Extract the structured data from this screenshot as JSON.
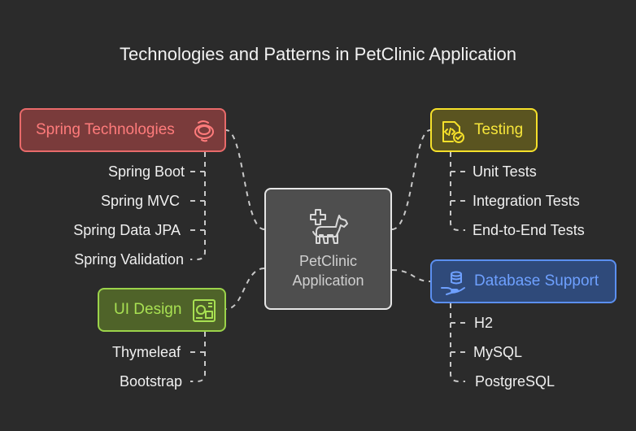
{
  "title": "Technologies and Patterns in PetClinic Application",
  "center": {
    "label_line1": "PetClinic",
    "label_line2": "Application",
    "icon": "dog-with-cross-icon"
  },
  "branches": {
    "spring": {
      "label": "Spring Technologies",
      "icon": "spring-swirl-icon",
      "color": "#e86a6a",
      "items": [
        "Spring Boot",
        "Spring MVC",
        "Spring Data JPA",
        "Spring Validation"
      ]
    },
    "ui": {
      "label": "UI Design",
      "icon": "ui-layout-icon",
      "color": "#9bd34a",
      "items": [
        "Thymeleaf",
        "Bootstrap"
      ]
    },
    "testing": {
      "label": "Testing",
      "icon": "code-check-icon",
      "color": "#f5e02a",
      "items": [
        "Unit Tests",
        "Integration Tests",
        "End-to-End Tests"
      ]
    },
    "database": {
      "label": "Database Support",
      "icon": "database-hand-icon",
      "color": "#5b8ff0",
      "items": [
        "H2",
        "MySQL",
        "PostgreSQL"
      ]
    }
  }
}
